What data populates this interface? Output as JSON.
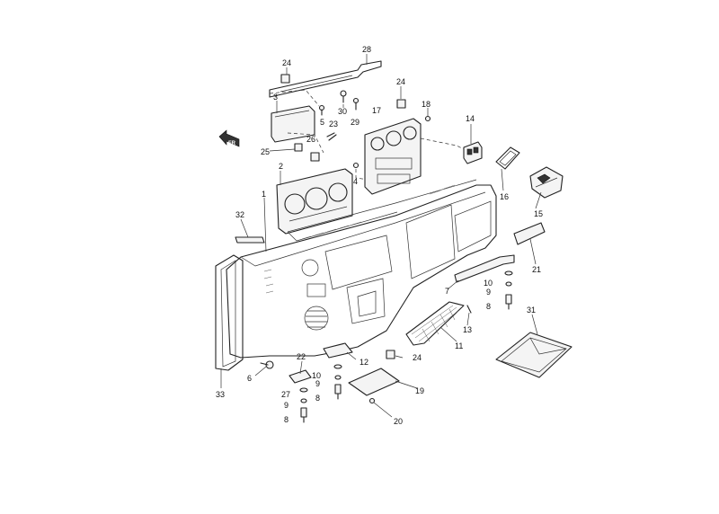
{
  "front_arrow": {
    "label": "FR"
  },
  "callouts": [
    {
      "id": "c28",
      "text": "28"
    },
    {
      "id": "c24a",
      "text": "24"
    },
    {
      "id": "c3",
      "text": "3"
    },
    {
      "id": "c30",
      "text": "30"
    },
    {
      "id": "c5",
      "text": "5"
    },
    {
      "id": "c29",
      "text": "29"
    },
    {
      "id": "c23",
      "text": "23"
    },
    {
      "id": "c26",
      "text": "26"
    },
    {
      "id": "c25",
      "text": "25"
    },
    {
      "id": "c2",
      "text": "2"
    },
    {
      "id": "c4",
      "text": "4"
    },
    {
      "id": "c24b",
      "text": "24"
    },
    {
      "id": "c17",
      "text": "17"
    },
    {
      "id": "c18",
      "text": "18"
    },
    {
      "id": "c14",
      "text": "14"
    },
    {
      "id": "c16",
      "text": "16"
    },
    {
      "id": "c15",
      "text": "15"
    },
    {
      "id": "c1",
      "text": "1"
    },
    {
      "id": "c32",
      "text": "32"
    },
    {
      "id": "c21",
      "text": "21"
    },
    {
      "id": "c10a",
      "text": "10"
    },
    {
      "id": "c9a",
      "text": "9"
    },
    {
      "id": "c7",
      "text": "7"
    },
    {
      "id": "c8a",
      "text": "8"
    },
    {
      "id": "c13",
      "text": "13"
    },
    {
      "id": "c31",
      "text": "31"
    },
    {
      "id": "c11",
      "text": "11"
    },
    {
      "id": "c24c",
      "text": "24"
    },
    {
      "id": "c12",
      "text": "12"
    },
    {
      "id": "c22",
      "text": "22"
    },
    {
      "id": "c10b",
      "text": "10"
    },
    {
      "id": "c9b",
      "text": "9"
    },
    {
      "id": "c8b",
      "text": "8"
    },
    {
      "id": "c19",
      "text": "19"
    },
    {
      "id": "c6",
      "text": "6"
    },
    {
      "id": "c33",
      "text": "33"
    },
    {
      "id": "c27",
      "text": "27"
    },
    {
      "id": "c9c",
      "text": "9"
    },
    {
      "id": "c8c",
      "text": "8"
    },
    {
      "id": "c20",
      "text": "20"
    }
  ]
}
